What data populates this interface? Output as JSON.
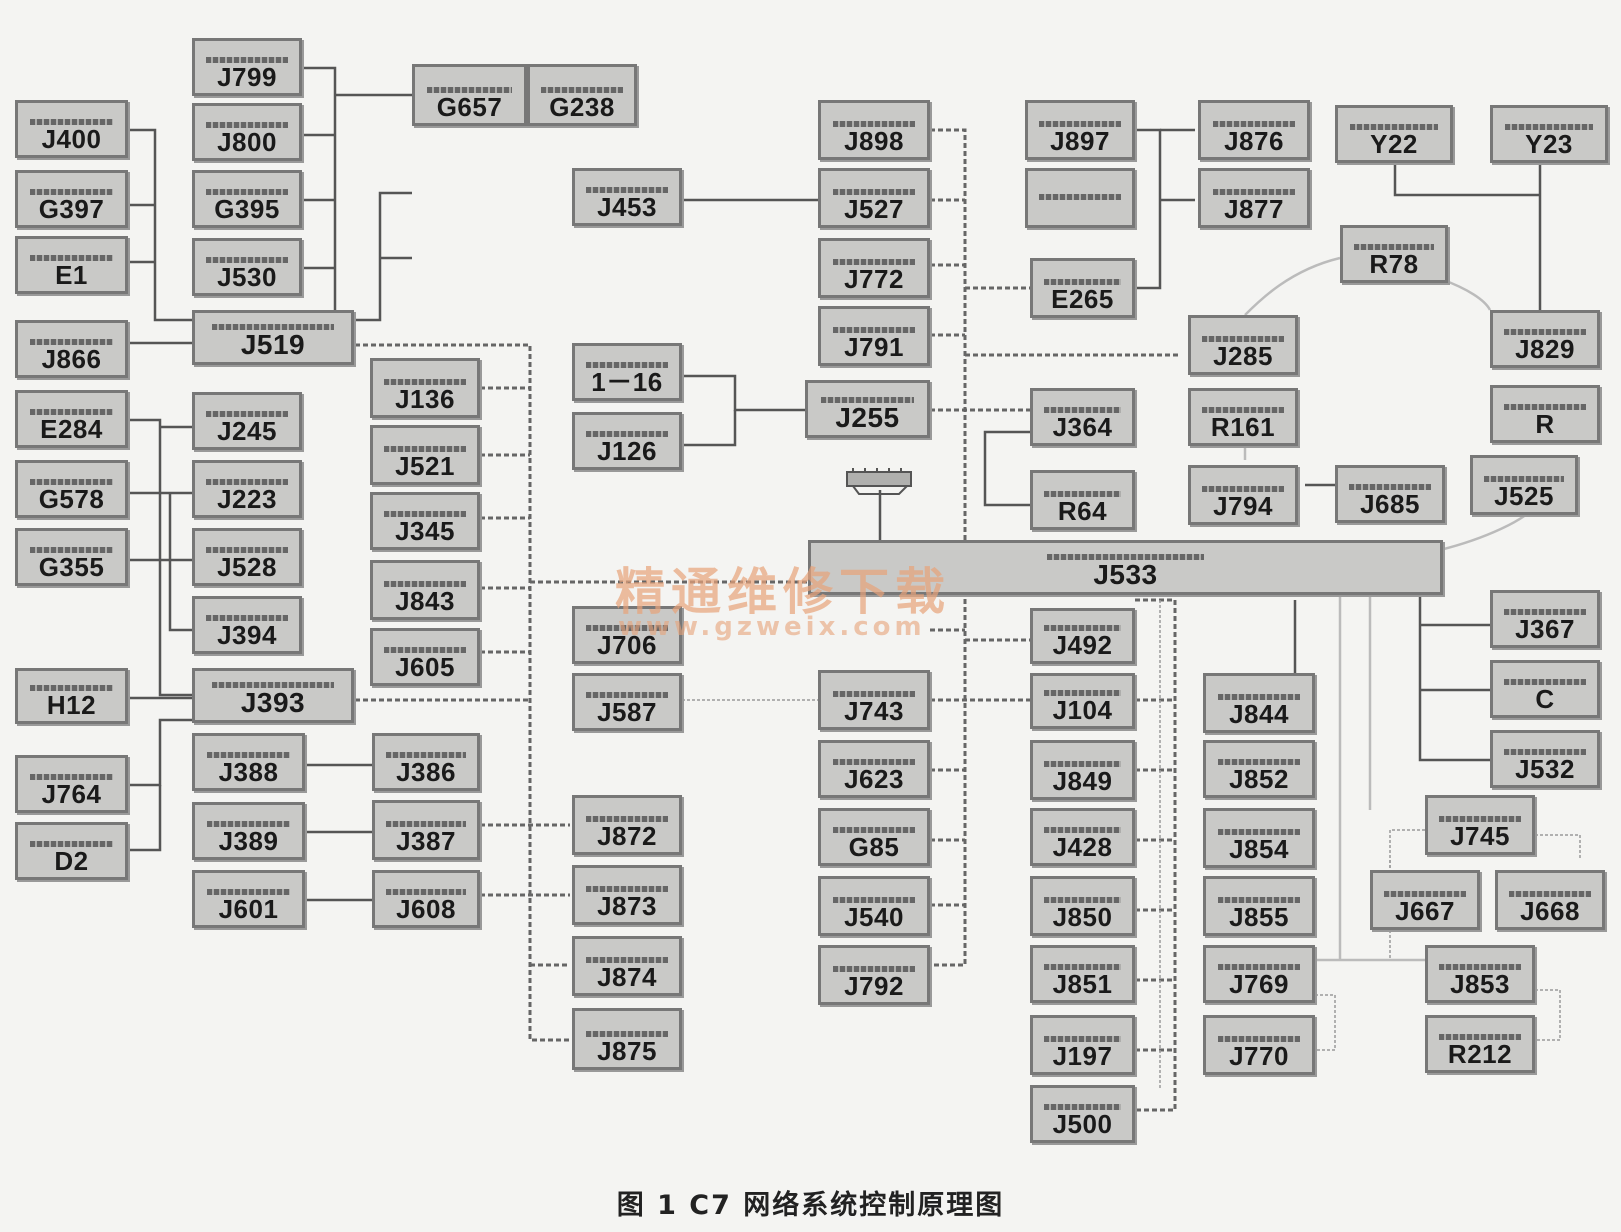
{
  "caption": "图 1   C7 网络系统控制原理图",
  "watermark": "精通维修下载",
  "watermark_url": "www.gzweix.com",
  "nodes": [
    {
      "code": "J799"
    },
    {
      "code": "J800"
    },
    {
      "code": "G395"
    },
    {
      "code": "J530"
    },
    {
      "code": "G657"
    },
    {
      "code": "G238"
    },
    {
      "code": "J400"
    },
    {
      "code": "G397"
    },
    {
      "code": "E1"
    },
    {
      "code": "J866"
    },
    {
      "code": "J519"
    },
    {
      "code": "E284"
    },
    {
      "code": "G578"
    },
    {
      "code": "G355"
    },
    {
      "code": "J245"
    },
    {
      "code": "J223"
    },
    {
      "code": "J528"
    },
    {
      "code": "J394"
    },
    {
      "code": "H12"
    },
    {
      "code": "J393"
    },
    {
      "code": "J764"
    },
    {
      "code": "D2"
    },
    {
      "code": "J388"
    },
    {
      "code": "J389"
    },
    {
      "code": "J601"
    },
    {
      "code": "J136"
    },
    {
      "code": "J521"
    },
    {
      "code": "J345"
    },
    {
      "code": "J843"
    },
    {
      "code": "J605"
    },
    {
      "code": "J386"
    },
    {
      "code": "J387"
    },
    {
      "code": "J608"
    },
    {
      "code": "J453"
    },
    {
      "code": "1－16"
    },
    {
      "code": "J126"
    },
    {
      "code": "J706"
    },
    {
      "code": "J587"
    },
    {
      "code": "J872"
    },
    {
      "code": "J873"
    },
    {
      "code": "J874"
    },
    {
      "code": "J875"
    },
    {
      "code": "J898"
    },
    {
      "code": "J527"
    },
    {
      "code": "J772"
    },
    {
      "code": "J791"
    },
    {
      "code": "J255"
    },
    {
      "code": "J743"
    },
    {
      "code": "J623"
    },
    {
      "code": "G85"
    },
    {
      "code": "J540"
    },
    {
      "code": "J792"
    },
    {
      "code": "J897"
    },
    {
      "code": "E265"
    },
    {
      "code": "J364"
    },
    {
      "code": "R64"
    },
    {
      "code": "J876"
    },
    {
      "code": "J877"
    },
    {
      "code": "J285"
    },
    {
      "code": "R161"
    },
    {
      "code": "J794"
    },
    {
      "code": "J685"
    },
    {
      "code": "Y22"
    },
    {
      "code": "Y23"
    },
    {
      "code": "R78"
    },
    {
      "code": "J829"
    },
    {
      "code": "R"
    },
    {
      "code": "J525"
    },
    {
      "code": "J533"
    },
    {
      "code": "J492"
    },
    {
      "code": "J104"
    },
    {
      "code": "J849"
    },
    {
      "code": "J428"
    },
    {
      "code": "J850"
    },
    {
      "code": "J851"
    },
    {
      "code": "J197"
    },
    {
      "code": "J500"
    },
    {
      "code": "J844"
    },
    {
      "code": "J852"
    },
    {
      "code": "J854"
    },
    {
      "code": "J855"
    },
    {
      "code": "J769"
    },
    {
      "code": "J770"
    },
    {
      "code": "J367"
    },
    {
      "code": "C"
    },
    {
      "code": "J532"
    },
    {
      "code": "J745"
    },
    {
      "code": "J667"
    },
    {
      "code": "J668"
    },
    {
      "code": "J853"
    },
    {
      "code": "R212"
    }
  ]
}
